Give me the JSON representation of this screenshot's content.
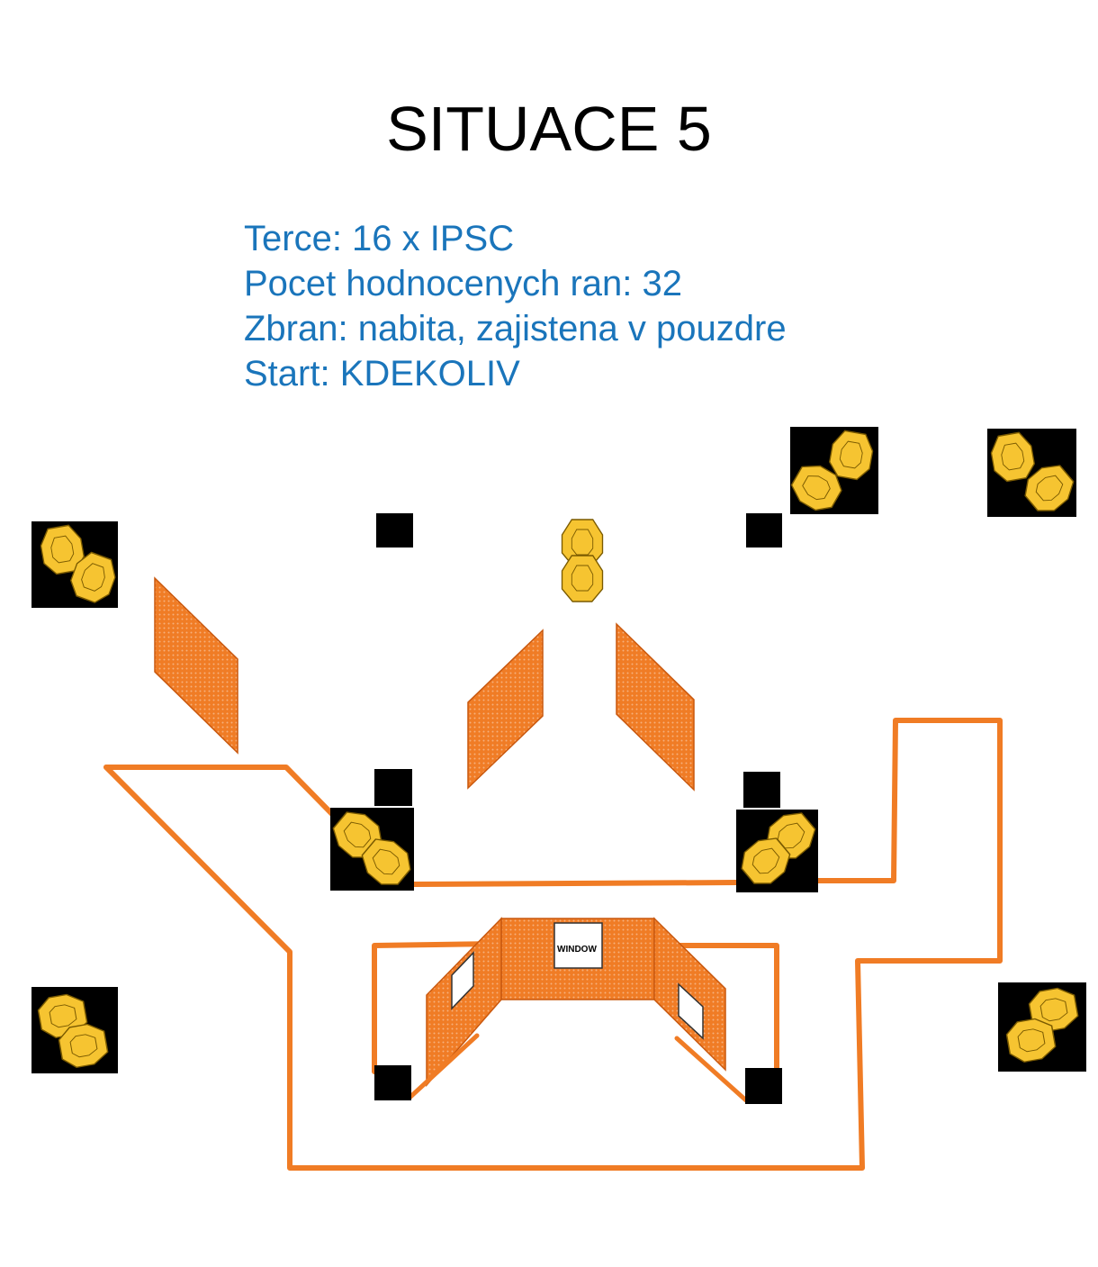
{
  "title": "SITUACE 5",
  "info": {
    "targets": "Terce: 16 x IPSC",
    "shots": "Pocet hodnocenych ran: 32",
    "weapon": "Zbran: nabita, zajistena v pouzdre",
    "start": "Start: KDEKOLIV"
  },
  "window_label": "WINDOW",
  "colors": {
    "wall_orange": "#f07c25",
    "target_yellow": "#f6c431",
    "target_outline": "#7a5a00",
    "box_black": "#000000",
    "info_blue": "#1a75bb"
  },
  "legend_icons": [
    "ipsc-target-icon",
    "black-square-icon",
    "barrel-wall-icon",
    "window-opening-icon"
  ]
}
